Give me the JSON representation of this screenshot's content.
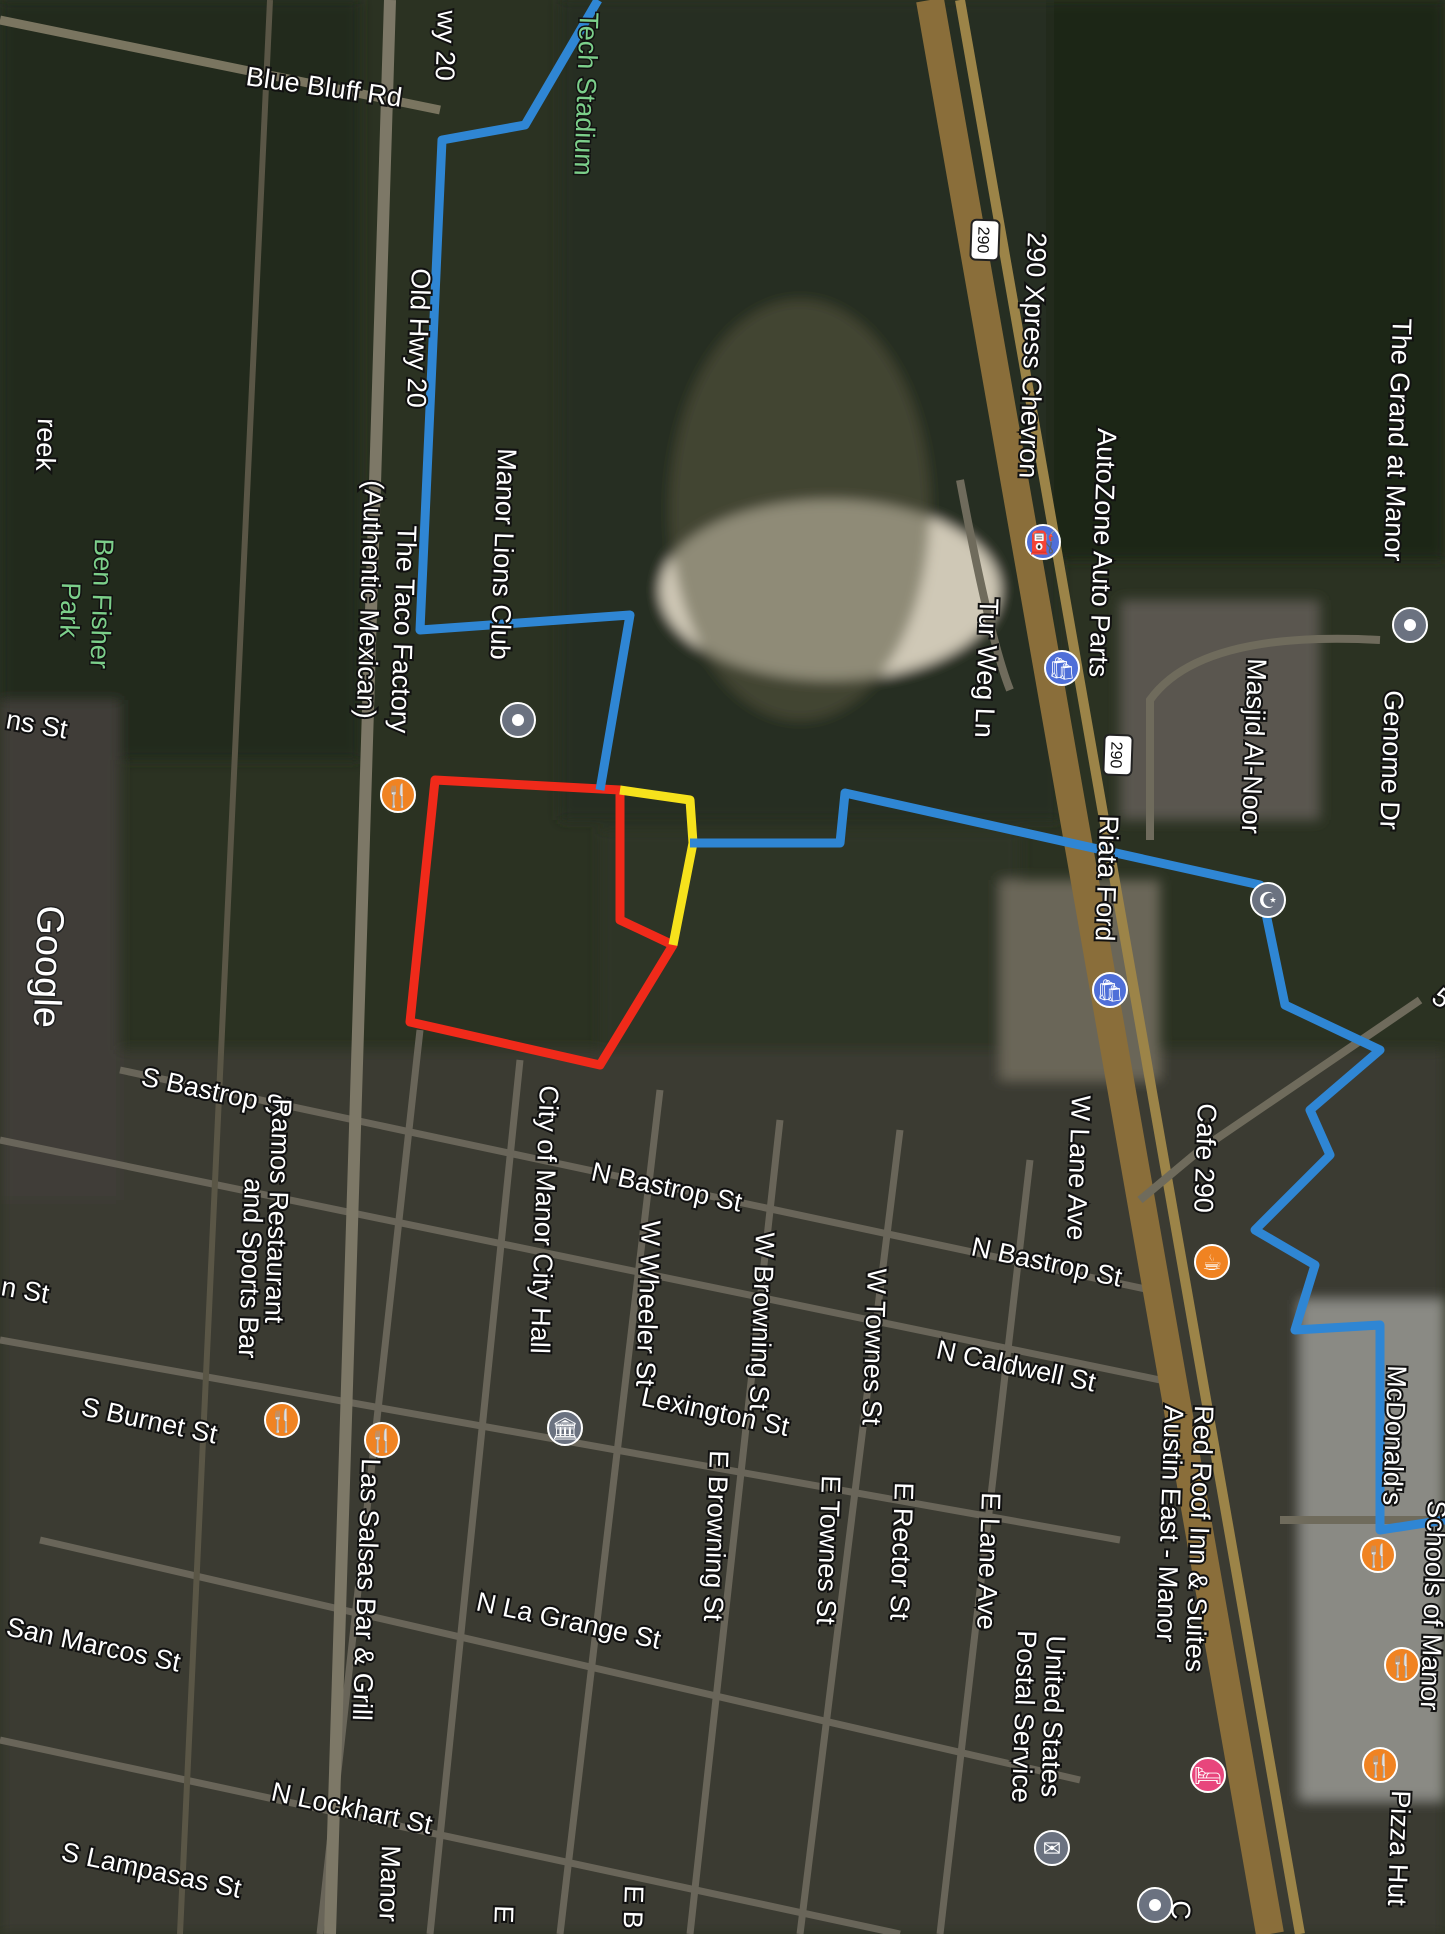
{
  "map": {
    "branding": "Google",
    "colors": {
      "boundary_red": "#f02a1a",
      "boundary_yellow": "#f6e21c",
      "route_blue": "#2f86d4",
      "highway": "#8a6e3a",
      "restaurant_pin": "#f08322",
      "shop_pin": "#4f6fd8",
      "generic_pin": "#6b7280",
      "hotel_pin": "#e8467c"
    },
    "streets": {
      "blue_bluff": "Blue Bluff Rd",
      "hwy20_top": "wy 20",
      "old_hwy20": "Old Hwy 20",
      "hwy290": "290",
      "s_bastrop": "S Bastrop St",
      "n_bastrop_1": "N Bastrop St",
      "n_bastrop_2": "N Bastrop St",
      "w_wheeler": "W Wheeler St",
      "w_browning": "W Browning St",
      "w_townes": "W Townes St",
      "w_lane": "W Lane Ave",
      "n_caldwell": "N Caldwell St",
      "lexington": "Lexington St",
      "e_browning": "E Browning St",
      "e_townes": "E Townes St",
      "e_rector": "E Rector St",
      "e_lane": "E Lane Ave",
      "s_burnet": "S Burnet St",
      "n_la_grange": "N La Grange St",
      "san_marcos": "San Marcos St",
      "n_lockhart": "N Lockhart St",
      "s_lampasas": "S Lampasas St",
      "tur_weg": "Tur Weg Ln",
      "genome": "Genome Dr",
      "ns_st": "ns St",
      "n_st": "n St",
      "manor_partial": "Manor",
      "creek_partial": "reek",
      "e_partial": "E",
      "e_b_partial": "E B",
      "five_partial": "5"
    },
    "places": {
      "stadium": "Tech Stadium",
      "lions_club": "Manor Lions Club",
      "taco_factory": [
        "The Taco Factory",
        "(Authentic Mexican)"
      ],
      "xpress_chevron": "290 Xpress Chevron",
      "autozone": "AutoZone Auto Parts",
      "masjid": "Masjid Al-Noor",
      "grand_manor": "The Grand at Manor",
      "riata_ford": "Riata Ford",
      "cafe290": "Cafe 290",
      "city_hall": "City of Manor City Hall",
      "ramos": [
        "Ramos Restaurant",
        "and Sports Bar"
      ],
      "las_salsas": "Las Salsas Bar & Grill",
      "red_roof": [
        "Red Roof Inn & Suites",
        "Austin East - Manor"
      ],
      "usps": [
        "United States",
        "Postal Service"
      ],
      "mcdonalds": "McDonald's",
      "pizza_hut": "Pizza Hut",
      "ben_fisher": [
        "Ben Fisher",
        "Park"
      ],
      "schools_partial": "Schools of Manor",
      "c_partial": "C",
      "c_partial2": "C"
    },
    "icons": {
      "restaurant": "fork-knife-icon",
      "gas": "gas-station-icon",
      "shopping": "shopping-bag-icon",
      "generic": "place-pin-icon",
      "mosque": "mosque-icon",
      "government": "city-hall-icon",
      "hotel": "bed-icon",
      "mail": "mail-icon",
      "cafe": "coffee-cup-icon"
    }
  }
}
